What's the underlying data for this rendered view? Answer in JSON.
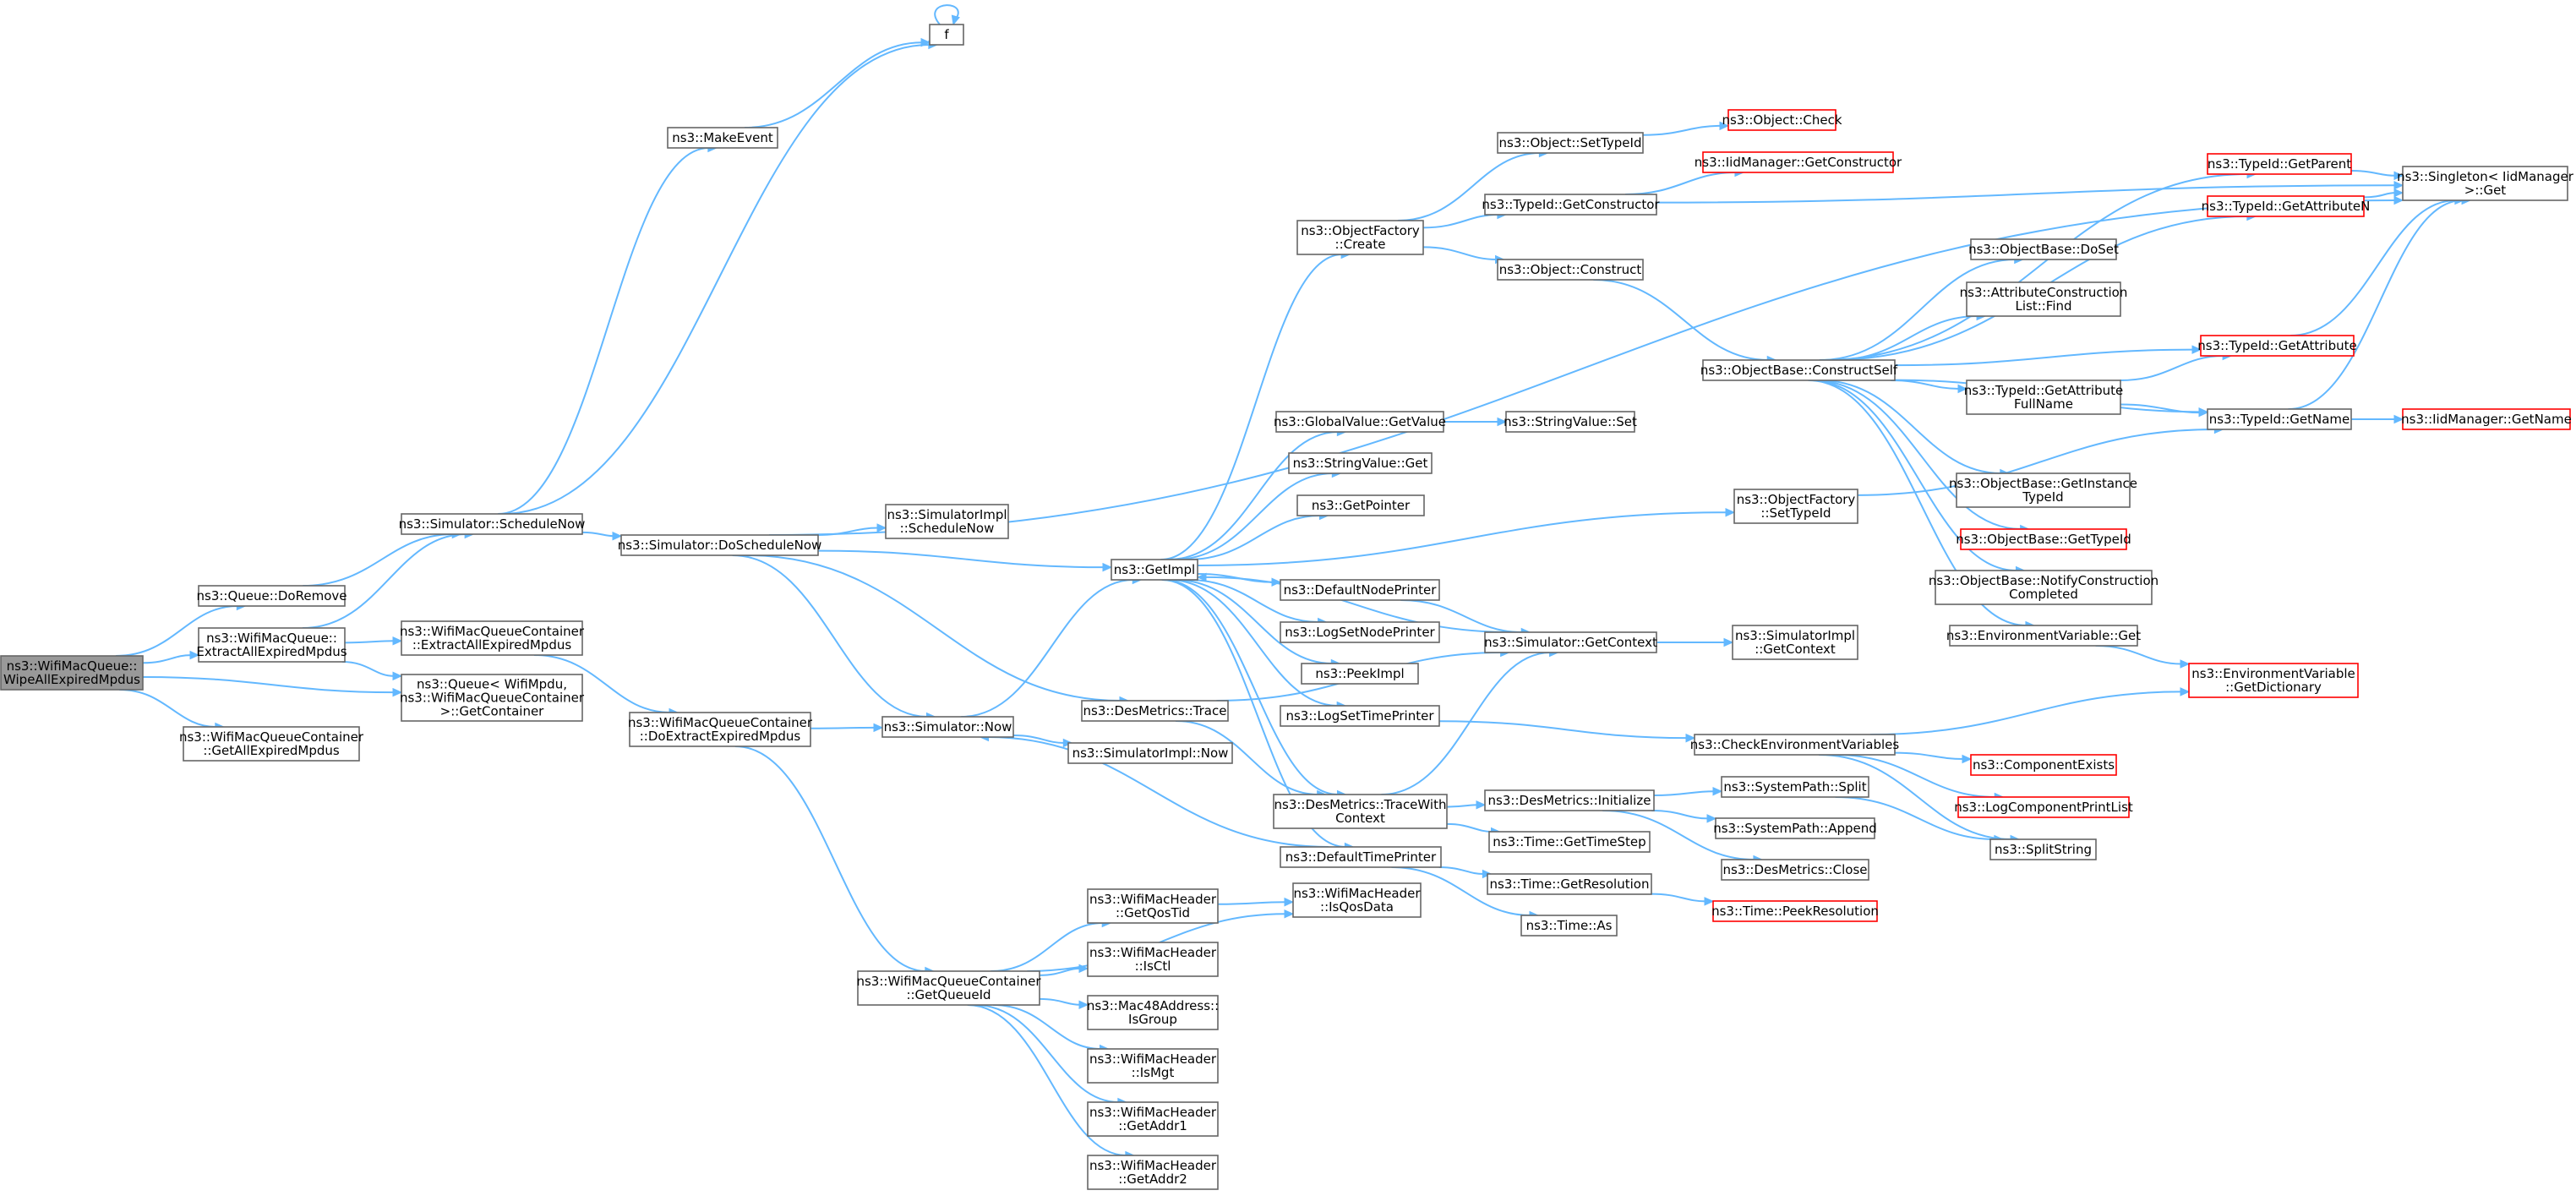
{
  "colors": {
    "edge": "#63b8ff",
    "node_border": "#666666",
    "node_border_truncated": "#ff0000",
    "root_fill": "#999999",
    "node_fill": "#ffffff"
  },
  "nodes": [
    {
      "id": "root",
      "lines": [
        "ns3::WifiMacQueue::",
        "WipeAllExpiredMpdus"
      ],
      "style": "root"
    },
    {
      "id": "queue_doremove",
      "lines": [
        "ns3::Queue::DoRemove"
      ],
      "style": "normal"
    },
    {
      "id": "wmq_extract",
      "lines": [
        "ns3::WifiMacQueue::",
        "ExtractAllExpiredMpdus"
      ],
      "style": "normal"
    },
    {
      "id": "wmqc_getall",
      "lines": [
        "ns3::WifiMacQueueContainer",
        "::GetAllExpiredMpdus"
      ],
      "style": "normal"
    },
    {
      "id": "sim_schedulenow",
      "lines": [
        "ns3::Simulator::ScheduleNow"
      ],
      "style": "normal"
    },
    {
      "id": "wmqc_extract",
      "lines": [
        "ns3::WifiMacQueueContainer",
        "::ExtractAllExpiredMpdus"
      ],
      "style": "normal"
    },
    {
      "id": "queue_getcontainer",
      "lines": [
        "ns3::Queue< WifiMpdu,",
        "ns3::WifiMacQueueContainer",
        ">::GetContainer"
      ],
      "style": "normal"
    },
    {
      "id": "makeevent",
      "lines": [
        "ns3::MakeEvent"
      ],
      "style": "normal"
    },
    {
      "id": "f",
      "lines": [
        "f"
      ],
      "style": "normal"
    },
    {
      "id": "sim_doschedulenow",
      "lines": [
        "ns3::Simulator::DoScheduleNow"
      ],
      "style": "normal"
    },
    {
      "id": "wmqc_doextract",
      "lines": [
        "ns3::WifiMacQueueContainer",
        "::DoExtractExpiredMpdus"
      ],
      "style": "normal"
    },
    {
      "id": "simimpl_schedulenow",
      "lines": [
        "ns3::SimulatorImpl",
        "::ScheduleNow"
      ],
      "style": "normal"
    },
    {
      "id": "sim_now",
      "lines": [
        "ns3::Simulator::Now"
      ],
      "style": "normal"
    },
    {
      "id": "simimpl_now",
      "lines": [
        "ns3::SimulatorImpl::Now"
      ],
      "style": "normal"
    },
    {
      "id": "wmqc_getqueueid",
      "lines": [
        "ns3::WifiMacQueueContainer",
        "::GetQueueId"
      ],
      "style": "normal"
    },
    {
      "id": "getimpl",
      "lines": [
        "ns3::GetImpl"
      ],
      "style": "normal"
    },
    {
      "id": "desmetrics_trace",
      "lines": [
        "ns3::DesMetrics::Trace"
      ],
      "style": "normal"
    },
    {
      "id": "wmh_getqostid",
      "lines": [
        "ns3::WifiMacHeader",
        "::GetQosTid"
      ],
      "style": "normal"
    },
    {
      "id": "wmh_isctl",
      "lines": [
        "ns3::WifiMacHeader",
        "::IsCtl"
      ],
      "style": "normal"
    },
    {
      "id": "mac48_isgroup",
      "lines": [
        "ns3::Mac48Address::",
        "IsGroup"
      ],
      "style": "normal"
    },
    {
      "id": "wmh_ismgt",
      "lines": [
        "ns3::WifiMacHeader",
        "::IsMgt"
      ],
      "style": "normal"
    },
    {
      "id": "wmh_getaddr1",
      "lines": [
        "ns3::WifiMacHeader",
        "::GetAddr1"
      ],
      "style": "normal"
    },
    {
      "id": "wmh_getaddr2",
      "lines": [
        "ns3::WifiMacHeader",
        "::GetAddr2"
      ],
      "style": "normal"
    },
    {
      "id": "objfactory_create",
      "lines": [
        "ns3::ObjectFactory",
        "::Create"
      ],
      "style": "normal"
    },
    {
      "id": "globalvalue_getvalue",
      "lines": [
        "ns3::GlobalValue::GetValue"
      ],
      "style": "normal"
    },
    {
      "id": "stringvalue_get",
      "lines": [
        "ns3::StringValue::Get"
      ],
      "style": "normal"
    },
    {
      "id": "getpointer",
      "lines": [
        "ns3::GetPointer"
      ],
      "style": "normal"
    },
    {
      "id": "defaultnodeprinter",
      "lines": [
        "ns3::DefaultNodePrinter"
      ],
      "style": "normal"
    },
    {
      "id": "logsetnodeprinter",
      "lines": [
        "ns3::LogSetNodePrinter"
      ],
      "style": "normal"
    },
    {
      "id": "peekimpl",
      "lines": [
        "ns3::PeekImpl"
      ],
      "style": "normal"
    },
    {
      "id": "logsettimeprinter",
      "lines": [
        "ns3::LogSetTimePrinter"
      ],
      "style": "normal"
    },
    {
      "id": "desmetrics_tracewithcontext",
      "lines": [
        "ns3::DesMetrics::TraceWith",
        "Context"
      ],
      "style": "normal"
    },
    {
      "id": "defaulttimeprinter",
      "lines": [
        "ns3::DefaultTimePrinter"
      ],
      "style": "normal"
    },
    {
      "id": "wmh_isqosdata",
      "lines": [
        "ns3::WifiMacHeader",
        "::IsQosData"
      ],
      "style": "normal"
    },
    {
      "id": "object_settypeid",
      "lines": [
        "ns3::Object::SetTypeId"
      ],
      "style": "normal"
    },
    {
      "id": "typeid_getconstructor",
      "lines": [
        "ns3::TypeId::GetConstructor"
      ],
      "style": "normal"
    },
    {
      "id": "object_construct",
      "lines": [
        "ns3::Object::Construct"
      ],
      "style": "normal"
    },
    {
      "id": "stringvalue_set",
      "lines": [
        "ns3::StringValue::Set"
      ],
      "style": "normal"
    },
    {
      "id": "sim_getcontext",
      "lines": [
        "ns3::Simulator::GetContext"
      ],
      "style": "normal"
    },
    {
      "id": "desmetrics_initialize",
      "lines": [
        "ns3::DesMetrics::Initialize"
      ],
      "style": "normal"
    },
    {
      "id": "time_gettimestep",
      "lines": [
        "ns3::Time::GetTimeStep"
      ],
      "style": "normal"
    },
    {
      "id": "time_getresolution",
      "lines": [
        "ns3::Time::GetResolution"
      ],
      "style": "normal"
    },
    {
      "id": "time_as",
      "lines": [
        "ns3::Time::As"
      ],
      "style": "normal"
    },
    {
      "id": "object_check",
      "lines": [
        "ns3::Object::Check"
      ],
      "style": "red"
    },
    {
      "id": "iidmanager_getconstructor",
      "lines": [
        "ns3::IidManager::GetConstructor"
      ],
      "style": "red"
    },
    {
      "id": "objectbase_constructself",
      "lines": [
        "ns3::ObjectBase::ConstructSelf"
      ],
      "style": "normal"
    },
    {
      "id": "objfactory_settypeid",
      "lines": [
        "ns3::ObjectFactory",
        "::SetTypeId"
      ],
      "style": "normal"
    },
    {
      "id": "simimpl_getcontext",
      "lines": [
        "ns3::SimulatorImpl",
        "::GetContext"
      ],
      "style": "normal"
    },
    {
      "id": "checkenvvars",
      "lines": [
        "ns3::CheckEnvironmentVariables"
      ],
      "style": "normal"
    },
    {
      "id": "systempath_split",
      "lines": [
        "ns3::SystemPath::Split"
      ],
      "style": "normal"
    },
    {
      "id": "systempath_append",
      "lines": [
        "ns3::SystemPath::Append"
      ],
      "style": "normal"
    },
    {
      "id": "desmetrics_close",
      "lines": [
        "ns3::DesMetrics::Close"
      ],
      "style": "normal"
    },
    {
      "id": "time_peekresolution",
      "lines": [
        "ns3::Time::PeekResolution"
      ],
      "style": "red"
    },
    {
      "id": "objectbase_doset",
      "lines": [
        "ns3::ObjectBase::DoSet"
      ],
      "style": "normal"
    },
    {
      "id": "attrconstlist_find",
      "lines": [
        "ns3::AttributeConstruction",
        "List::Find"
      ],
      "style": "normal"
    },
    {
      "id": "typeid_getattributefullname",
      "lines": [
        "ns3::TypeId::GetAttribute",
        "FullName"
      ],
      "style": "normal"
    },
    {
      "id": "objectbase_getinstancetypeid",
      "lines": [
        "ns3::ObjectBase::GetInstance",
        "TypeId"
      ],
      "style": "normal"
    },
    {
      "id": "objectbase_gettypeid",
      "lines": [
        "ns3::ObjectBase::GetTypeId"
      ],
      "style": "red"
    },
    {
      "id": "objectbase_notifyconstructioncompleted",
      "lines": [
        "ns3::ObjectBase::NotifyConstruction",
        "Completed"
      ],
      "style": "normal"
    },
    {
      "id": "envvar_get",
      "lines": [
        "ns3::EnvironmentVariable::Get"
      ],
      "style": "normal"
    },
    {
      "id": "componentexists",
      "lines": [
        "ns3::ComponentExists"
      ],
      "style": "red"
    },
    {
      "id": "logcomponentprintlist",
      "lines": [
        "ns3::LogComponentPrintList"
      ],
      "style": "red"
    },
    {
      "id": "splitstring",
      "lines": [
        "ns3::SplitString"
      ],
      "style": "normal"
    },
    {
      "id": "typeid_getparent",
      "lines": [
        "ns3::TypeId::GetParent"
      ],
      "style": "red"
    },
    {
      "id": "typeid_getattributen",
      "lines": [
        "ns3::TypeId::GetAttributeN"
      ],
      "style": "red"
    },
    {
      "id": "typeid_getattribute",
      "lines": [
        "ns3::TypeId::GetAttribute"
      ],
      "style": "red"
    },
    {
      "id": "typeid_getname",
      "lines": [
        "ns3::TypeId::GetName"
      ],
      "style": "normal"
    },
    {
      "id": "envvar_getdictionary",
      "lines": [
        "ns3::EnvironmentVariable",
        "::GetDictionary"
      ],
      "style": "red"
    },
    {
      "id": "singleton_get",
      "lines": [
        "ns3::Singleton< IidManager",
        ">::Get"
      ],
      "style": "normal"
    },
    {
      "id": "iidmanager_getname",
      "lines": [
        "ns3::IidManager::GetName"
      ],
      "style": "red"
    }
  ],
  "edges": [
    [
      "root",
      "queue_doremove"
    ],
    [
      "root",
      "wmq_extract"
    ],
    [
      "root",
      "queue_getcontainer"
    ],
    [
      "root",
      "wmqc_getall"
    ],
    [
      "queue_doremove",
      "sim_schedulenow"
    ],
    [
      "wmq_extract",
      "wmqc_extract"
    ],
    [
      "wmq_extract",
      "queue_getcontainer"
    ],
    [
      "wmq_extract",
      "sim_schedulenow"
    ],
    [
      "sim_schedulenow",
      "makeevent"
    ],
    [
      "sim_schedulenow",
      "f"
    ],
    [
      "sim_schedulenow",
      "sim_doschedulenow"
    ],
    [
      "makeevent",
      "f"
    ],
    [
      "f",
      "f"
    ],
    [
      "wmqc_extract",
      "wmqc_doextract"
    ],
    [
      "sim_doschedulenow",
      "simimpl_schedulenow"
    ],
    [
      "sim_doschedulenow",
      "getimpl"
    ],
    [
      "sim_doschedulenow",
      "sim_now"
    ],
    [
      "sim_doschedulenow",
      "desmetrics_trace"
    ],
    [
      "sim_doschedulenow",
      "singleton_get"
    ],
    [
      "wmqc_doextract",
      "sim_now"
    ],
    [
      "wmqc_doextract",
      "wmqc_getqueueid"
    ],
    [
      "sim_now",
      "getimpl"
    ],
    [
      "sim_now",
      "simimpl_now"
    ],
    [
      "wmqc_getqueueid",
      "wmh_getqostid"
    ],
    [
      "wmqc_getqueueid",
      "wmh_isctl"
    ],
    [
      "wmqc_getqueueid",
      "mac48_isgroup"
    ],
    [
      "wmqc_getqueueid",
      "wmh_ismgt"
    ],
    [
      "wmqc_getqueueid",
      "wmh_getaddr1"
    ],
    [
      "wmqc_getqueueid",
      "wmh_getaddr2"
    ],
    [
      "wmqc_getqueueid",
      "wmh_isqosdata"
    ],
    [
      "wmh_getqostid",
      "wmh_isqosdata"
    ],
    [
      "getimpl",
      "objfactory_create"
    ],
    [
      "getimpl",
      "objfactory_settypeid"
    ],
    [
      "getimpl",
      "globalvalue_getvalue"
    ],
    [
      "getimpl",
      "stringvalue_get"
    ],
    [
      "getimpl",
      "getpointer"
    ],
    [
      "getimpl",
      "defaultnodeprinter"
    ],
    [
      "getimpl",
      "logsetnodeprinter"
    ],
    [
      "getimpl",
      "peekimpl"
    ],
    [
      "getimpl",
      "logsettimeprinter"
    ],
    [
      "getimpl",
      "defaulttimeprinter"
    ],
    [
      "getimpl",
      "desmetrics_tracewithcontext"
    ],
    [
      "desmetrics_trace",
      "desmetrics_tracewithcontext"
    ],
    [
      "desmetrics_trace",
      "sim_getcontext"
    ],
    [
      "objfactory_create",
      "object_settypeid"
    ],
    [
      "objfactory_create",
      "typeid_getconstructor"
    ],
    [
      "objfactory_create",
      "object_construct"
    ],
    [
      "object_settypeid",
      "object_check"
    ],
    [
      "typeid_getconstructor",
      "iidmanager_getconstructor"
    ],
    [
      "typeid_getconstructor",
      "singleton_get"
    ],
    [
      "object_construct",
      "objectbase_constructself"
    ],
    [
      "globalvalue_getvalue",
      "stringvalue_set"
    ],
    [
      "defaultnodeprinter",
      "sim_getcontext"
    ],
    [
      "sim_getcontext",
      "getimpl"
    ],
    [
      "sim_getcontext",
      "simimpl_getcontext"
    ],
    [
      "logsettimeprinter",
      "checkenvvars"
    ],
    [
      "desmetrics_tracewithcontext",
      "sim_getcontext"
    ],
    [
      "desmetrics_tracewithcontext",
      "desmetrics_initialize"
    ],
    [
      "desmetrics_tracewithcontext",
      "time_gettimestep"
    ],
    [
      "defaulttimeprinter",
      "sim_now"
    ],
    [
      "defaulttimeprinter",
      "time_getresolution"
    ],
    [
      "defaulttimeprinter",
      "time_as"
    ],
    [
      "time_getresolution",
      "time_peekresolution"
    ],
    [
      "desmetrics_initialize",
      "systempath_split"
    ],
    [
      "desmetrics_initialize",
      "systempath_append"
    ],
    [
      "desmetrics_initialize",
      "desmetrics_close"
    ],
    [
      "systempath_split",
      "splitstring"
    ],
    [
      "checkenvvars",
      "componentexists"
    ],
    [
      "checkenvvars",
      "logcomponentprintlist"
    ],
    [
      "checkenvvars",
      "splitstring"
    ],
    [
      "checkenvvars",
      "envvar_getdictionary"
    ],
    [
      "objfactory_settypeid",
      "typeid_getname"
    ],
    [
      "objectbase_constructself",
      "typeid_getparent"
    ],
    [
      "objectbase_constructself",
      "typeid_getattributen"
    ],
    [
      "objectbase_constructself",
      "objectbase_doset"
    ],
    [
      "objectbase_constructself",
      "attrconstlist_find"
    ],
    [
      "objectbase_constructself",
      "typeid_getattribute"
    ],
    [
      "objectbase_constructself",
      "typeid_getattributefullname"
    ],
    [
      "objectbase_constructself",
      "typeid_getname"
    ],
    [
      "objectbase_constructself",
      "objectbase_getinstancetypeid"
    ],
    [
      "objectbase_constructself",
      "objectbase_gettypeid"
    ],
    [
      "objectbase_constructself",
      "objectbase_notifyconstructioncompleted"
    ],
    [
      "objectbase_constructself",
      "envvar_get"
    ],
    [
      "typeid_getattributefullname",
      "typeid_getattribute"
    ],
    [
      "typeid_getattributefullname",
      "typeid_getname"
    ],
    [
      "envvar_get",
      "envvar_getdictionary"
    ],
    [
      "typeid_getparent",
      "singleton_get"
    ],
    [
      "typeid_getattributen",
      "singleton_get"
    ],
    [
      "typeid_getattribute",
      "singleton_get"
    ],
    [
      "typeid_getname",
      "singleton_get"
    ],
    [
      "typeid_getname",
      "iidmanager_getname"
    ]
  ]
}
